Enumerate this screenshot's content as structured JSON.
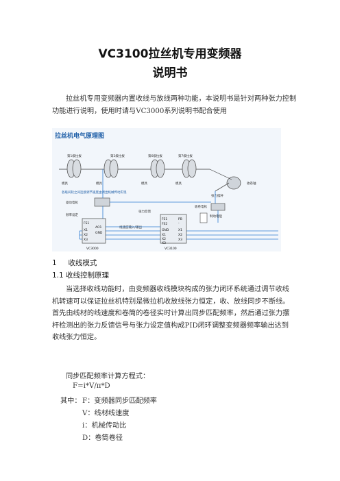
{
  "title": "VC3100拉丝机专用变频器",
  "subtitle": "说明书",
  "intro": "拉丝机专用变频器内置收线与放线两种功能，本说明书是针对两种张力控制功能进行说明，使用时请与VC3000系列说明书配合使用",
  "diagram": {
    "title": "拉丝机电气原理图",
    "stage_labels": [
      "第1级拉拔",
      "第2级拉拔",
      "第6级拉拔",
      "第7级拉拔"
    ],
    "die_labels": [
      "模具",
      "模具",
      "模具",
      "模具"
    ],
    "note": "各级间轮之间连接调节速度由调出机械传动实现",
    "tension_arm": "张力摆杆",
    "take_up_reel": "收卷轴",
    "main_motor": "驱动电机",
    "take_up_motor": "收卷电机",
    "brake_resistor": "制动电阻",
    "freq_setting": "频率设定",
    "tension_feedback": "张力反馈",
    "line_speed_io": "线速度输入/输出",
    "left_terminals": [
      "FS1",
      "X1",
      "X2",
      "X3"
    ],
    "left_out_terminals": [
      "AO1",
      "GND"
    ],
    "right_terminals": [
      "FS1",
      "FS2",
      "GND",
      "X1",
      "X2",
      "X3"
    ],
    "right_side_terminals": [
      "PB",
      "-",
      "X1",
      "X2",
      "X3"
    ],
    "left_model": "VC3000",
    "right_model": "VC3100"
  },
  "section1": {
    "num": "1",
    "title": "收线模式"
  },
  "section1_1": {
    "num": "1.1",
    "title": "收线控制原理"
  },
  "body": "当选择收线功能时，由变频器收线模块构成的张力闭环系统通过调节收线机转速可以保证拉丝机特别是微拉机收放线张力恒定，收、放线同步不断线。首先由线材的线速度和卷筒的卷径实时计算出同步匹配频率，然后通过张力摆杆检测出的张力反馈信号与张力设定值构成PID闭环调整变频器频率输出达到收线张力恒定。",
  "formula_intro": "同步匹配频率计算方程式：",
  "formula": "F=i*V/π*D",
  "where_label": "其中：",
  "vars": [
    "F：变频器同步匹配频率",
    "V：线材线速度",
    "i：机械传动比",
    "D：卷筒卷径"
  ]
}
